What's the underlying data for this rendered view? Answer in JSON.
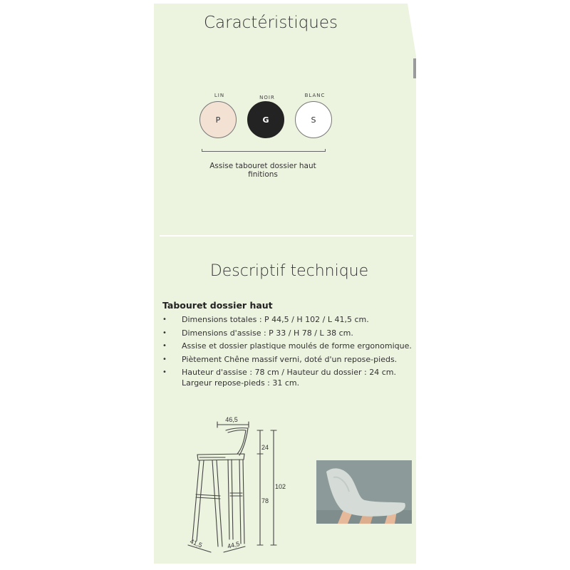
{
  "characteristics": {
    "title": "Caractéristiques",
    "swatches": [
      {
        "label": "LIN",
        "code": "P",
        "color": "#f3e2d3"
      },
      {
        "label": "NOIR",
        "code": "G",
        "color": "#232323"
      },
      {
        "label": "BLANC",
        "code": "S",
        "color": "#ffffff"
      }
    ],
    "caption": "Assise tabouret dossier haut finitions"
  },
  "technical": {
    "title": "Descriptif technique",
    "product_title": "Tabouret dossier haut",
    "bullet": "•",
    "specs": [
      "Dimensions totales : P 44,5 / H 102 / L 41,5 cm.",
      "Dimensions d'assise : P 33 / H 78 / L 38 cm.",
      "Assise et dossier plastique moulés de forme ergonomique.",
      "Piètement Chêne massif verni, doté d'un repose-pieds.",
      "Hauteur d'assise : 78 cm / Hauteur du dossier : 24 cm. Largeur repose-pieds : 31 cm."
    ]
  },
  "drawing": {
    "top_width": "46,5",
    "back_height": "24",
    "seat_height": "78",
    "total_height": "102",
    "width": "41,5",
    "depth": "44,5"
  },
  "colors": {
    "panel_bg": "#ecf3df",
    "photo_bg": "#8c9b99",
    "seat_color": "#d5dcd8",
    "wood_color": "#e6b99a"
  }
}
